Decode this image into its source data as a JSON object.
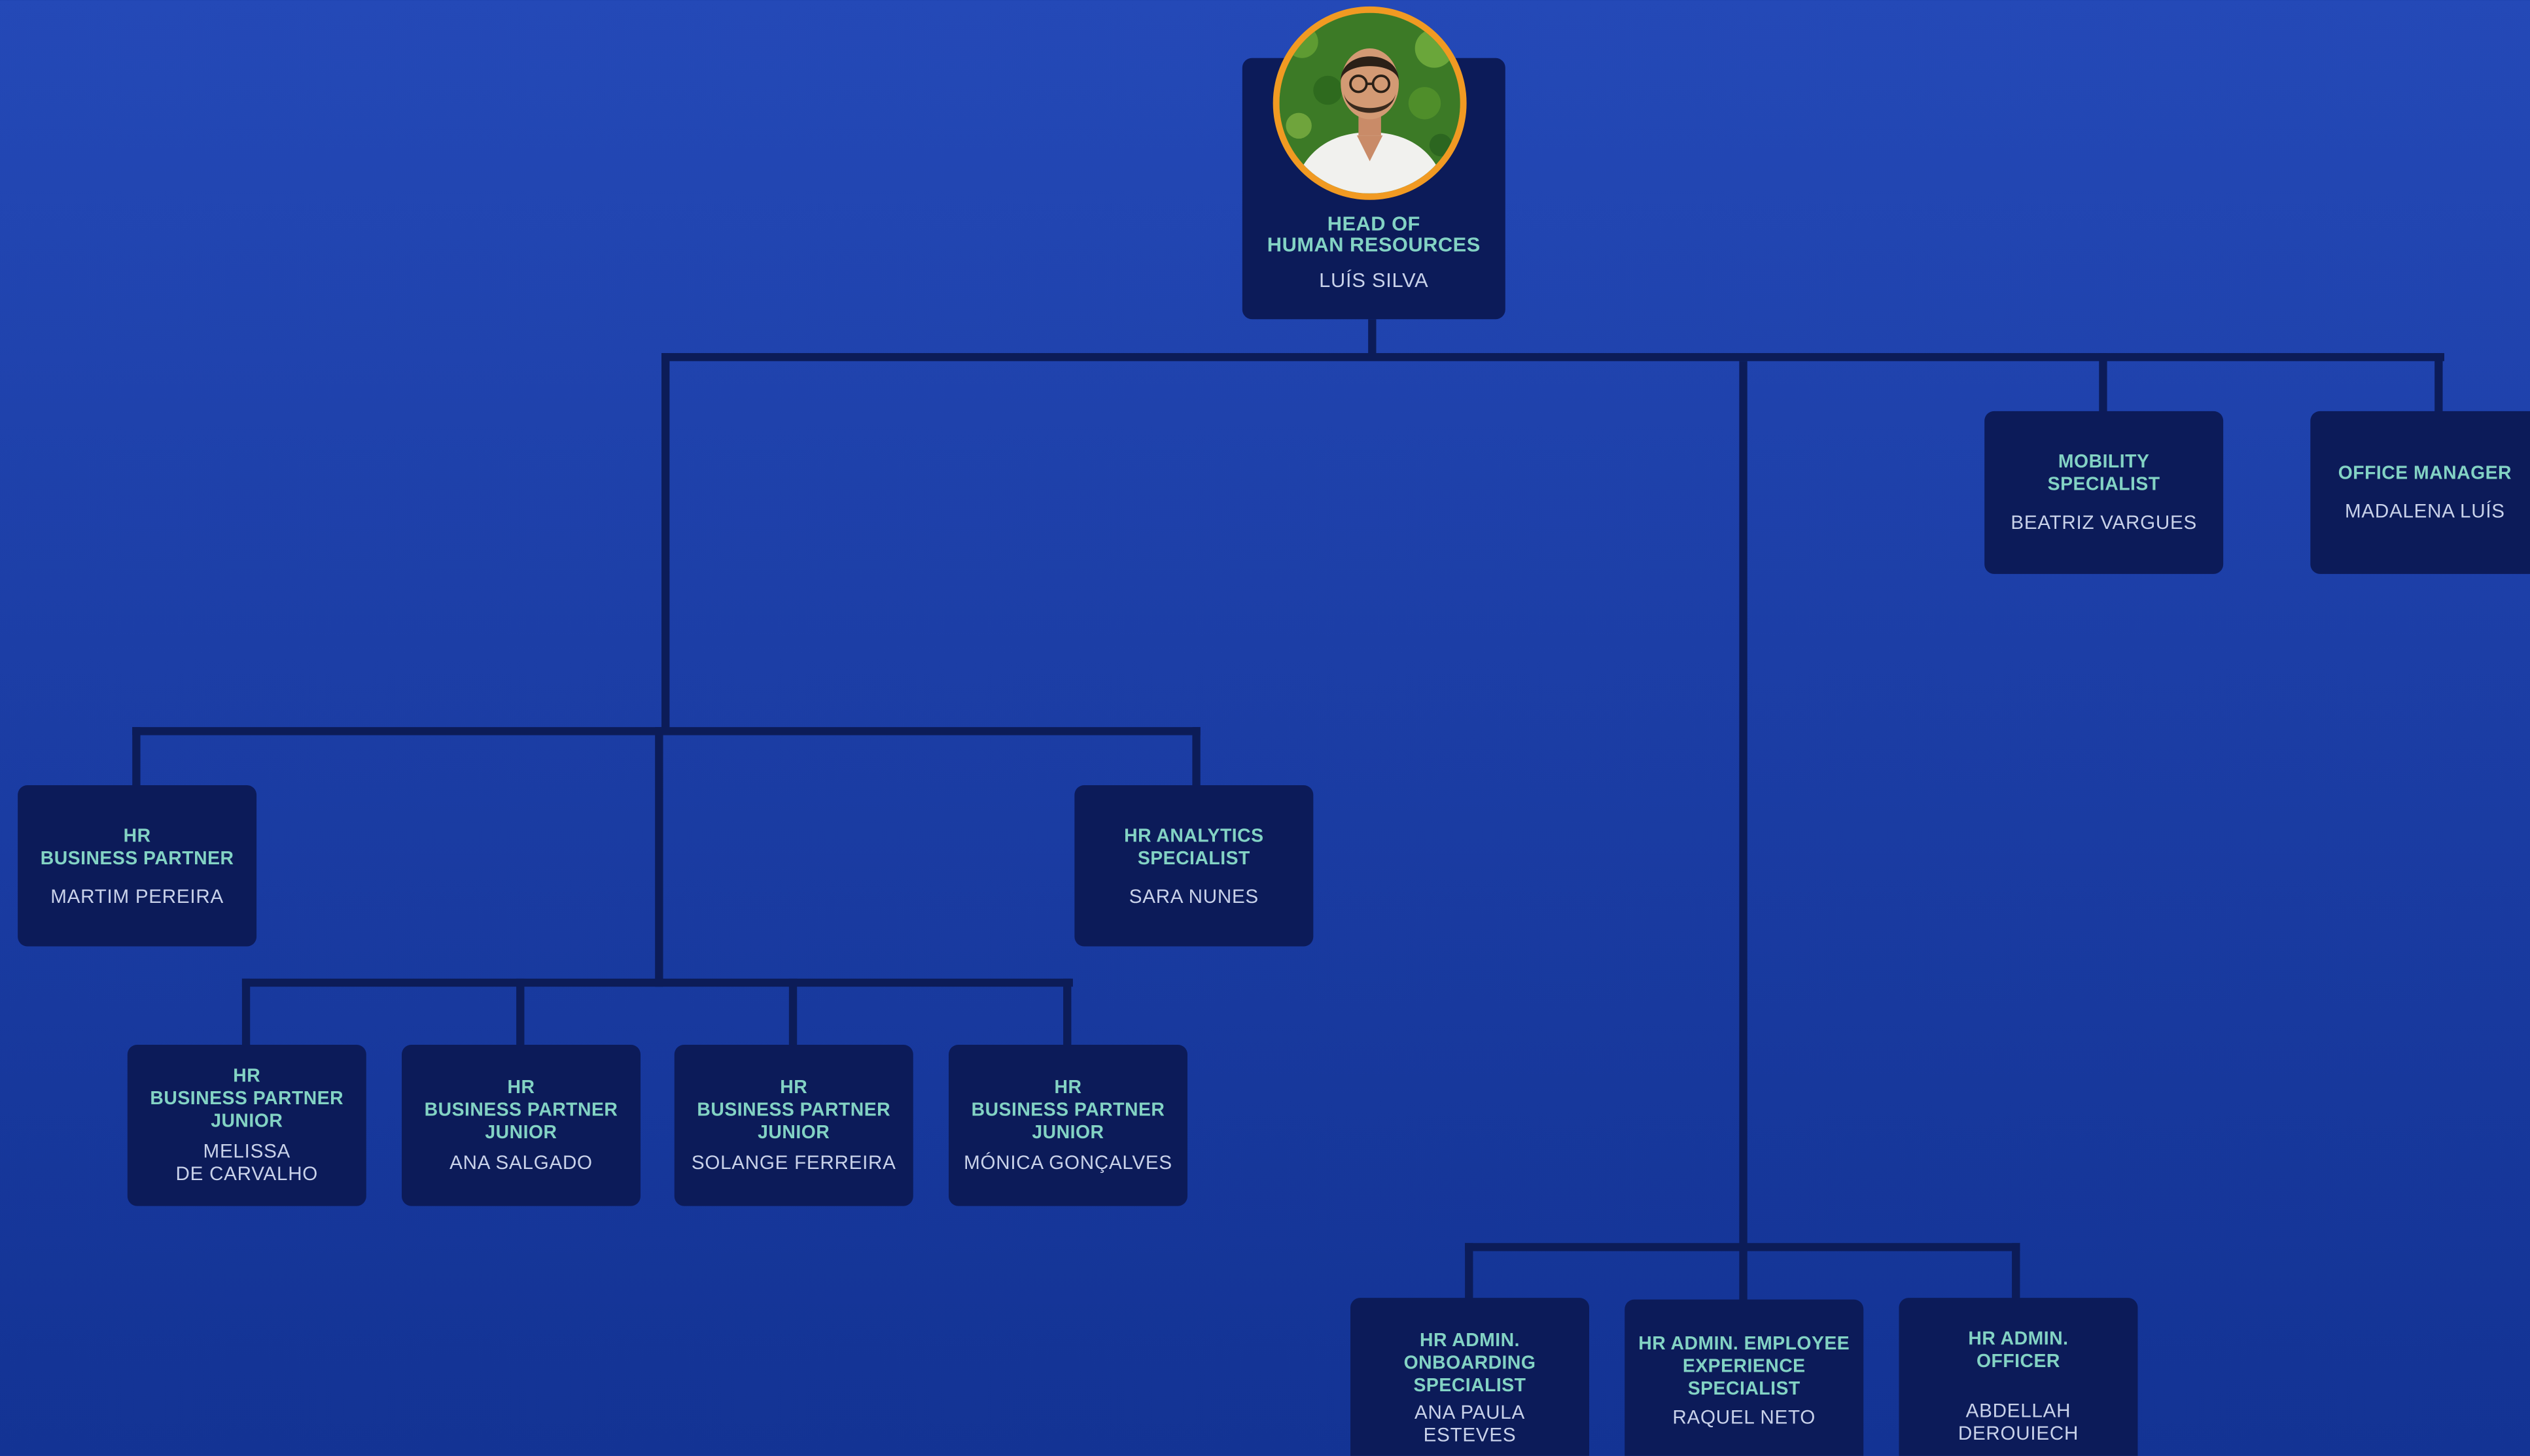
{
  "chart": {
    "head": {
      "role": "HEAD OF\nHUMAN RESOURCES",
      "name": "LUÍS SILVA"
    },
    "mobility": {
      "role": "MOBILITY\nSPECIALIST",
      "name": "BEATRIZ VARGUES"
    },
    "office": {
      "role": "OFFICE MANAGER",
      "name": "MADALENA LUÍS"
    },
    "hrbp": {
      "role": "HR\nBUSINESS PARTNER",
      "name": "MARTIM PEREIRA"
    },
    "analytics": {
      "role": "HR ANALYTICS\nSPECIALIST",
      "name": "SARA NUNES"
    },
    "juniors": [
      {
        "role": "HR\nBUSINESS PARTNER\nJUNIOR",
        "name": "MELISSA\nDE CARVALHO"
      },
      {
        "role": "HR\nBUSINESS PARTNER\nJUNIOR",
        "name": "ANA SALGADO"
      },
      {
        "role": "HR\nBUSINESS PARTNER\nJUNIOR",
        "name": "SOLANGE FERREIRA"
      },
      {
        "role": "HR\nBUSINESS PARTNER\nJUNIOR",
        "name": "MÓNICA GONÇALVES"
      }
    ],
    "admin": [
      {
        "role": "HR ADMIN.\nONBOARDING\nSPECIALIST",
        "name": "ANA PAULA\nESTEVES"
      },
      {
        "role": "HR ADMIN. EMPLOYEE\nEXPERIENCE\nSPECIALIST",
        "name": "RAQUEL NETO"
      },
      {
        "role": "HR ADMIN.\nOFFICER",
        "name": "ABDELLAH\nDEROUIECH"
      }
    ]
  },
  "colors": {
    "background_top": "#2449b7",
    "background_bottom": "#133394",
    "card": "#0c1b59",
    "role_text": "#83d3c4",
    "name_text": "#c9d2ea",
    "connector": "#0c1c58",
    "avatar_ring": "#f19a22"
  },
  "icons": {
    "head_avatar": "profile-photo"
  }
}
